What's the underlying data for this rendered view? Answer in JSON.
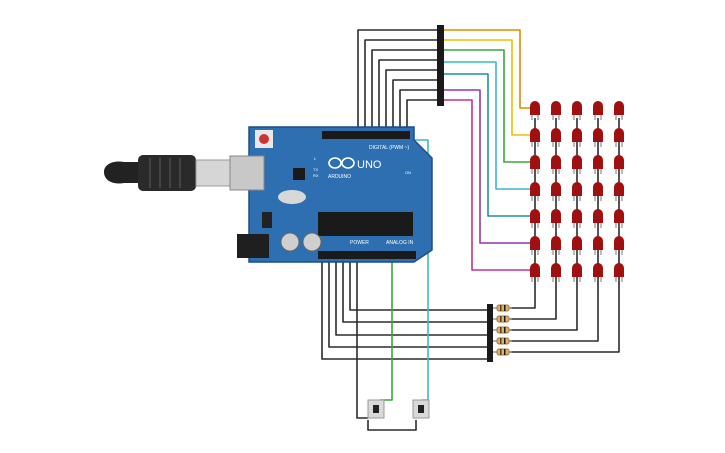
{
  "board": {
    "logo_text": "UNO",
    "brand_text": "ARDUINO",
    "digital_header": "DIGITAL (PWM ~)",
    "power_header": "POWER",
    "analog_header": "ANALOG IN",
    "tx_label": "TX",
    "rx_label": "RX",
    "l_label": "L",
    "on_label": "ON"
  },
  "led_matrix": {
    "rows": 7,
    "cols": 5,
    "led_color": "#a01010"
  },
  "resistor_count": 5,
  "button_count": 2,
  "wire_colors": {
    "black": "#2b2b2b",
    "orange": "#e08a00",
    "yellow": "#e6c200",
    "green": "#3aa63a",
    "cyan": "#3fb7c7",
    "teal": "#1f8fa0",
    "purple": "#8e3aa8",
    "magenta": "#c2308f",
    "board_blue": "#2d6fb0"
  }
}
